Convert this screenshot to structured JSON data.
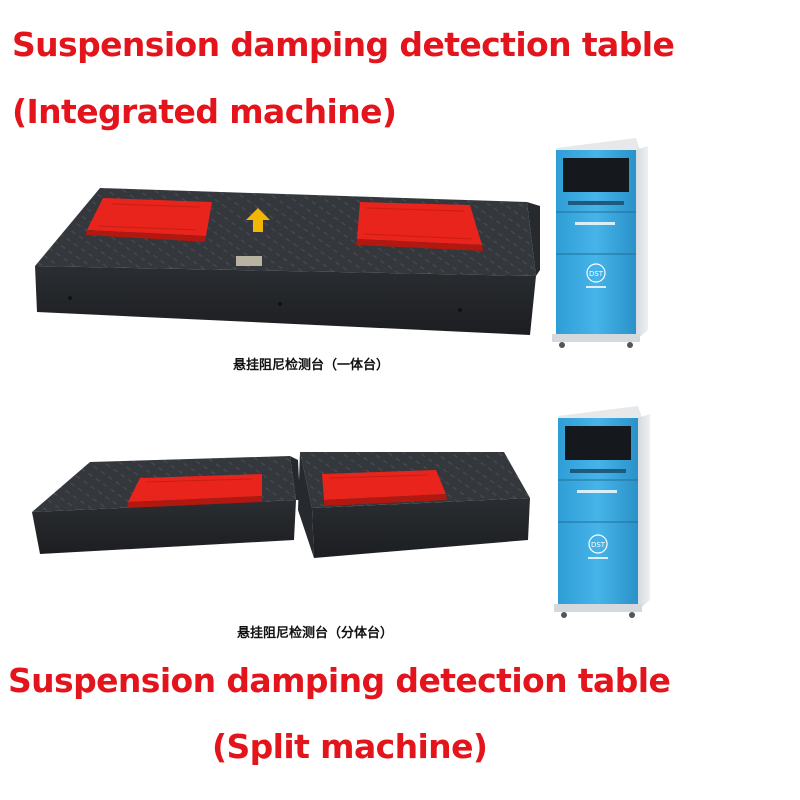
{
  "headings": {
    "integrated_line1": "Suspension damping detection table",
    "integrated_line2": "(Integrated machine)",
    "split_line1": "Suspension damping detection table",
    "split_line2": "(Split machine)"
  },
  "captions": {
    "integrated": "悬挂阻尼检测台（一体台）",
    "split": "悬挂阻尼检测台（分体台）"
  },
  "cabinet": {
    "logo": "DST"
  },
  "colors": {
    "headline": "#e3141b",
    "plate": "#e8241c",
    "platform": "#2e3136",
    "cabinet_blue": "#36a9e1",
    "arrow": "#f2b705"
  }
}
